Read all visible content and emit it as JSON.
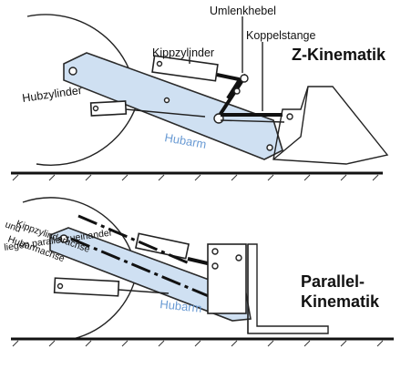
{
  "colors": {
    "arm_fill": "#cfe0f2",
    "label_blue": "#6a9bd4",
    "ink": "#111111"
  },
  "top": {
    "title": "Z-Kinematik",
    "labels": {
      "umlenkhebel": "Umlenkhebel",
      "koppelstange": "Koppelstange",
      "kippzylinder": "Kippzylinder",
      "hubzylinder": "Hubzylinder",
      "hubarm": "Hubarm"
    }
  },
  "bottom": {
    "title_line1": "Parallel-",
    "title_line2": "Kinematik",
    "labels": {
      "kippachse": "Kippzylinderachse",
      "und": "und",
      "hubarmachse": "Hubarmachse",
      "parallel": "liegen parallel zueinander",
      "hubarm": "Hubarm"
    }
  }
}
